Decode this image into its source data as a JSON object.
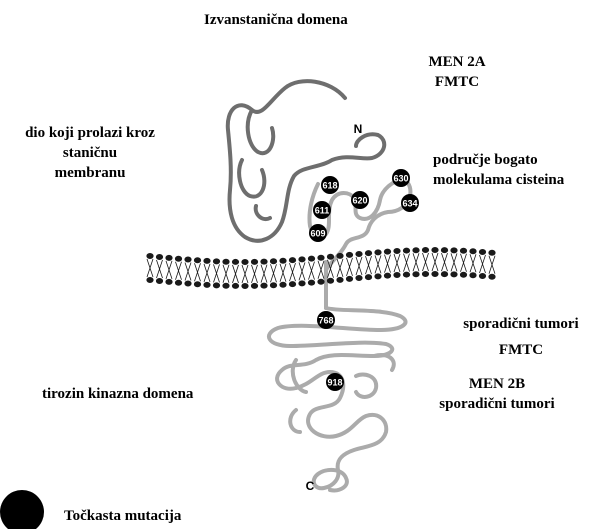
{
  "labels": {
    "extracellular_domain": "Izvanstanična domena",
    "men2a": "MEN 2A",
    "fmtc_top": "FMTC",
    "transmembrane_line1": "dio koji prolazi kroz",
    "transmembrane_line2": "staničnu",
    "transmembrane_line3": "membranu",
    "cysteine_line1": "područje bogato",
    "cysteine_line2": "molekulama cisteina",
    "sporadic_line1": "sporadični tumori",
    "fmtc_mid": "FMTC",
    "kinase_domain": "tirozin kinazna domena",
    "men2b": "MEN 2B",
    "sporadic_line2": "sporadični tumori",
    "terminus_n": "N",
    "terminus_c": "C",
    "legend_point_mutation": "Točkasta mutacija"
  },
  "mutations": {
    "m618": "618",
    "m611": "611",
    "m609": "609",
    "m620": "620",
    "m630": "630",
    "m634": "634",
    "m768": "768",
    "m918": "918"
  },
  "colors": {
    "protein_dark": "#6e6e6e",
    "protein_light": "#ababab",
    "mutation_fill": "#000000",
    "mutation_text": "#ffffff",
    "membrane": "#1a1a1a"
  }
}
